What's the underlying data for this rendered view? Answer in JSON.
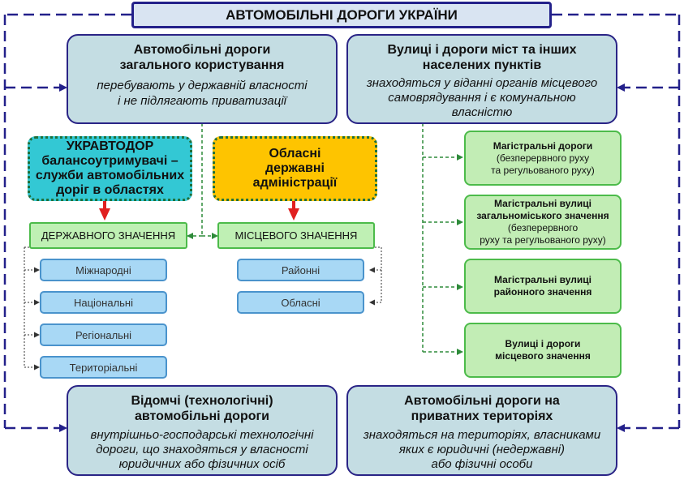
{
  "title": "АВТОМОБІЛЬНІ ДОРОГИ УКРАЇНИ",
  "general_roads": {
    "heading_l1": "Автомобільні дороги",
    "heading_l2": "загального користування",
    "desc_l1": "перебувають  у державній власності",
    "desc_l2": "і не підлягають приватизації"
  },
  "city_streets": {
    "heading_l1": "Вулиці і дороги міст та інших",
    "heading_l2": "населених пунктів",
    "desc_l1": "знаходяться у віданні органів місцевого",
    "desc_l2": "самоврядування і є комунальною",
    "desc_l3": "власністю"
  },
  "departmental_roads": {
    "heading_l1": "Відомчі (технологічні)",
    "heading_l2": "автомобільні дороги",
    "desc_l1": "внутрішньо-господарські технологічні",
    "desc_l2": "дороги,  що знаходяться  у власності",
    "desc_l3": "юридичних або фізичних осіб"
  },
  "private_roads": {
    "heading_l1": "Автомобільні   дороги на",
    "heading_l2": "приватних  територіях",
    "desc_l1": "знаходяться на територіях, власниками",
    "desc_l2": "яких є юридичні (недержавні)",
    "desc_l3": "або фізичні особи"
  },
  "ukravtodor": {
    "l1": "УКРАВТОДОР",
    "l2": "балансоутримувачі –",
    "l3": "служби автомобільних",
    "l4": "доріг в областях",
    "fill": "#33c8d4"
  },
  "oblast_admin": {
    "l1": "Обласні",
    "l2": "державні",
    "l3": "адміністрації",
    "fill": "#fec400"
  },
  "state_level": {
    "label": "ДЕРЖАВНОГО ЗНАЧЕННЯ",
    "types": [
      "Міжнародні",
      "Національні",
      "Регіональні",
      "Територіальні"
    ]
  },
  "local_level": {
    "label": "МІСЦЕВОГО ЗНАЧЕННЯ",
    "types": [
      "Районні",
      "Обласні"
    ]
  },
  "street_types": [
    {
      "title": "Магістральні дороги",
      "subtitle_l1": "(безперервного руху",
      "subtitle_l2": "та регульованого руху)"
    },
    {
      "title_l1": "Магістральні вулиці",
      "title_l2": "загальноміського значення",
      "subtitle_l1": "(безперервного",
      "subtitle_l2": "руху та регульованого руху)"
    },
    {
      "title_l1": "Магістральні вулиці",
      "title_l2": "районного значення"
    },
    {
      "title_l1": "Вулиці і дороги",
      "title_l2": "місцевого значення"
    }
  ],
  "colors": {
    "navy": "#23208a",
    "arrow_red": "#e02020",
    "connector_green": "#2e8b3a"
  }
}
